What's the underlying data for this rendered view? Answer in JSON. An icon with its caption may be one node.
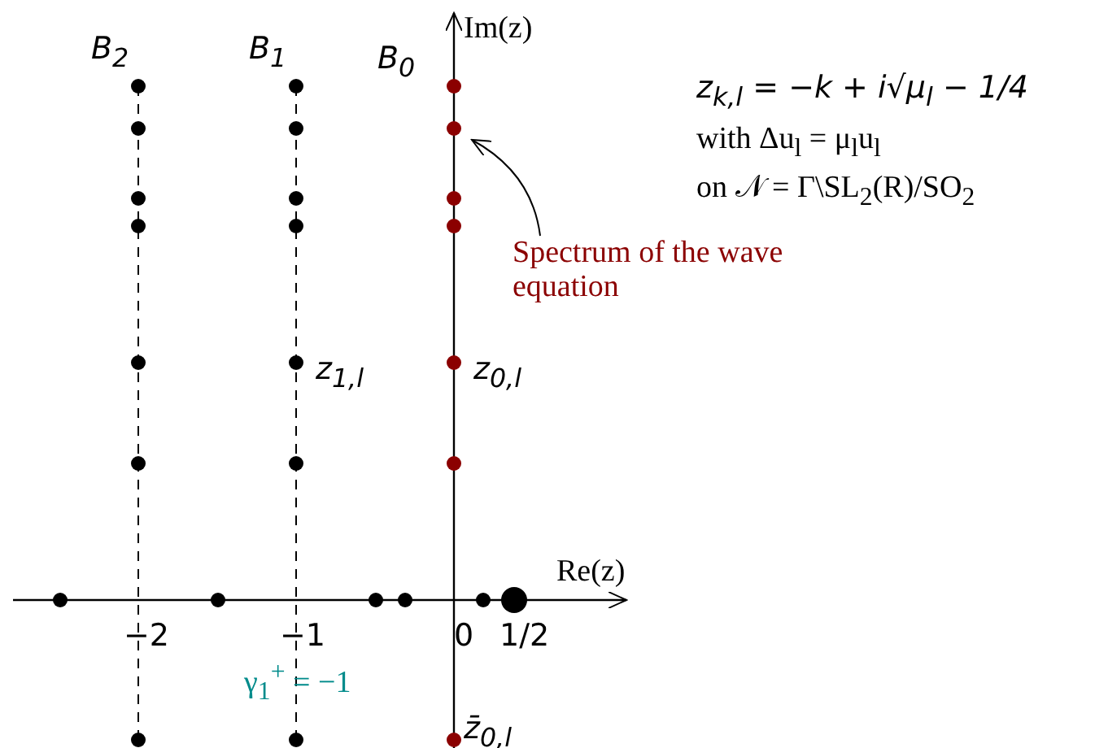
{
  "diagram": {
    "nodes": [
      {
        "text": [
          "Spectrum of the wave equation"
        ]
      },
      {
        "text": [],
        "shape": "circle"
      }
    ],
    "edges": [
      {
        "from": 0,
        "to": 1,
        "arrow": "to"
      }
    ],
    "labels": [
      "B$_{2}$",
      "B$_{1}$",
      "B$_{0}$",
      "Im(z)",
      "z$_{k,l}$ = −k + i√μ$_{l}$ − 1/4",
      "with Δu$_{l}$ = μ$_{l}$u$_{l}$",
      "on 𝒩 = Γ\\SL$_{2}$(R)/SO$_{2}$",
      "z$_{1,l}$",
      "z$_{0,l}$",
      "Re(z)",
      "−2",
      "−1",
      "0",
      "1/2",
      "γ$_{1}$$^{+}$ = −1",
      "z̄$_{0,l}$"
    ]
  }
}
